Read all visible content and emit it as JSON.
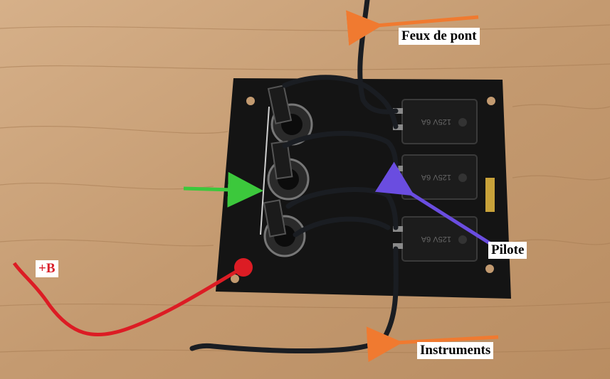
{
  "labels": {
    "feux_de_pont": "Feux de pont",
    "pilote": "Pilote",
    "instruments": "Instruments",
    "plus_b": "+B"
  },
  "switch_labels": [
    "125V 6A",
    "125V 6A",
    "125V 6A"
  ],
  "colors": {
    "table_wood": "#c9a27a",
    "panel": "#141414",
    "orange_arrow": "#f07a30",
    "green_arrow": "#3cc83c",
    "purple_arrow": "#6a4de0",
    "red_wire": "#dc1c24",
    "wire": "#1a1d22"
  }
}
